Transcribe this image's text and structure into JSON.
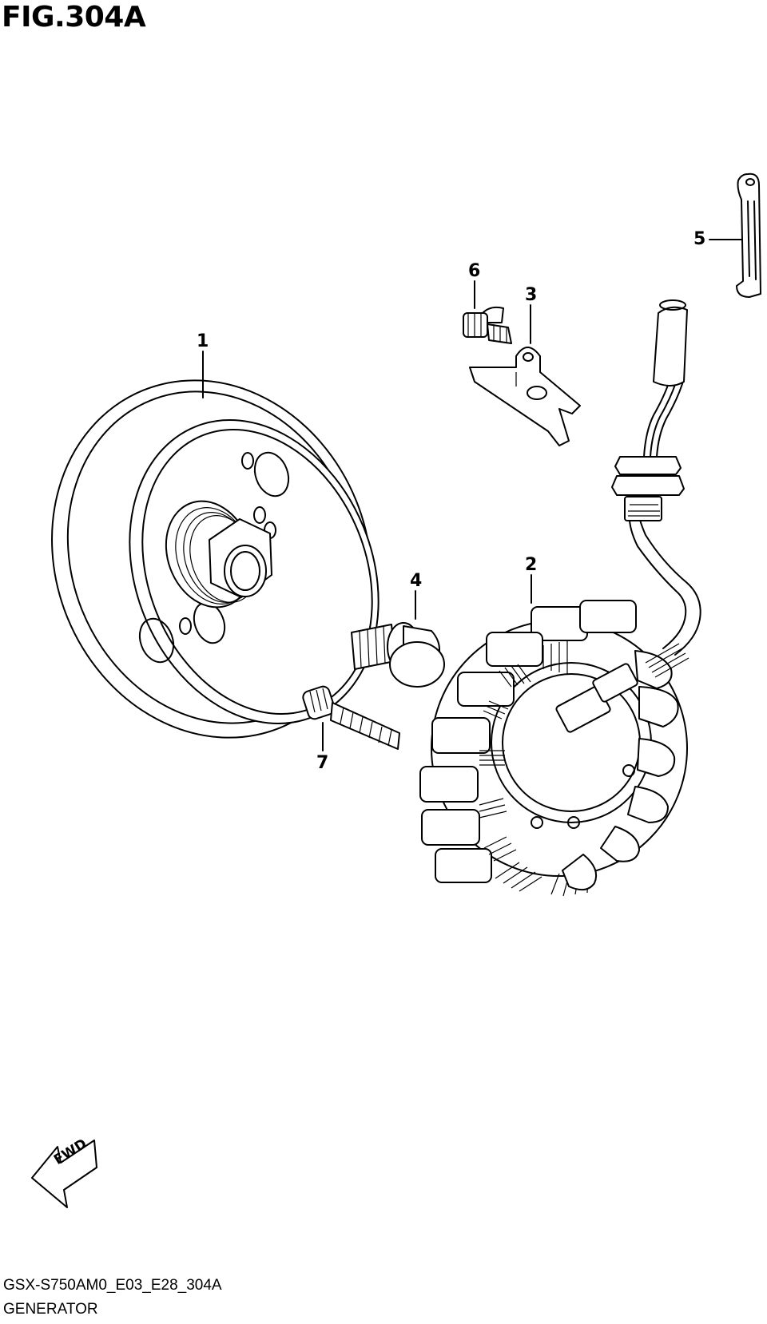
{
  "figure": {
    "title": "FIG.304A"
  },
  "callouts": [
    {
      "id": "1",
      "label": "1"
    },
    {
      "id": "2",
      "label": "2"
    },
    {
      "id": "3",
      "label": "3"
    },
    {
      "id": "4",
      "label": "4"
    },
    {
      "id": "5",
      "label": "5"
    },
    {
      "id": "6",
      "label": "6"
    },
    {
      "id": "7",
      "label": "7"
    }
  ],
  "direction_marker": {
    "label": "FWD",
    "icon": "fwd-arrow-icon"
  },
  "footer": {
    "code": "GSX-S750AM0_E03_E28_304A",
    "name": "GENERATOR"
  }
}
